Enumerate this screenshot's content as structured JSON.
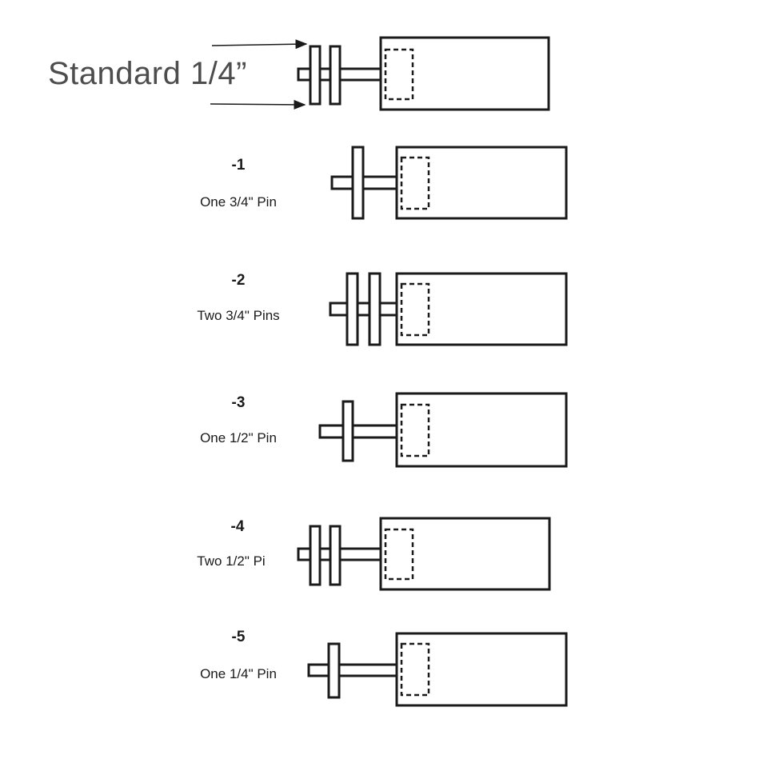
{
  "diagram": {
    "standard_label": "Standard 1/4”",
    "variants": [
      {
        "code": "-1",
        "description": "One 3/4\" Pin"
      },
      {
        "code": "-2",
        "description": "Two 3/4\" Pins"
      },
      {
        "code": "-3",
        "description": "One 1/2\" Pin"
      },
      {
        "code": "-4",
        "description": "Two 1/2\" Pi"
      },
      {
        "code": "-5",
        "description": "One 1/4\" Pin"
      }
    ],
    "colors": {
      "stroke": "#1a1a1a",
      "label_gray": "#4d4d4d"
    }
  }
}
